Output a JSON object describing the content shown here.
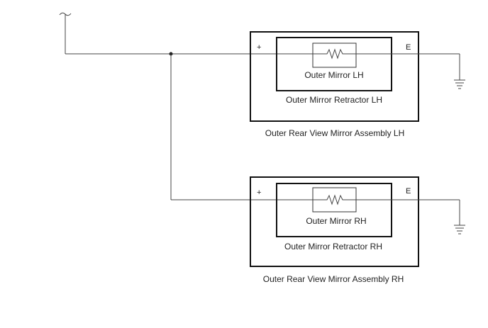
{
  "diagram": {
    "lh": {
      "plus_label": "+",
      "e_label": "E",
      "motor_label": "Outer Mirror LH",
      "retractor_label": "Outer Mirror Retractor LH",
      "assembly_label": "Outer Rear View Mirror Assembly LH"
    },
    "rh": {
      "plus_label": "+",
      "e_label": "E",
      "motor_label": "Outer Mirror RH",
      "retractor_label": "Outer Mirror Retractor RH",
      "assembly_label": "Outer Rear View Mirror Assembly RH"
    },
    "icons": {
      "supply": "power-supply-icon",
      "ground": "ground-icon",
      "resistor": "resistor-icon"
    },
    "colors": {
      "wire": "#444444",
      "box": "#111111",
      "text": "#222222",
      "background": "#ffffff"
    }
  }
}
